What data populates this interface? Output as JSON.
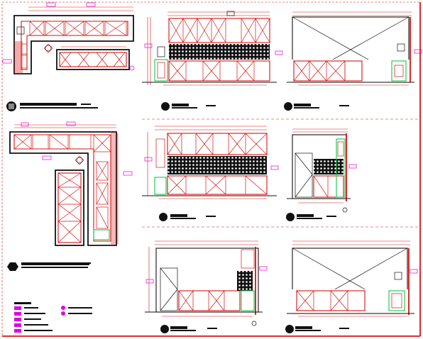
{
  "sheet": {
    "colors": {
      "cabinet_line": "#d81313",
      "outline": "#111111",
      "floor_line": "#13c64a",
      "annotation_tag": "#e100e1",
      "background": "#ffffff"
    }
  },
  "plans": [
    {
      "id": "plan-upper",
      "view": "plan"
    },
    {
      "id": "plan-lower",
      "view": "plan"
    }
  ],
  "elevations": [
    {
      "id": "elev-1",
      "view": "elevation",
      "features": [
        "upper-cabinets",
        "backsplash",
        "base-cabinets",
        "tall-unit"
      ]
    },
    {
      "id": "elev-2",
      "view": "elevation",
      "features": [
        "open-wall",
        "base-cabinets",
        "tall-unit"
      ]
    },
    {
      "id": "elev-3",
      "view": "elevation",
      "features": [
        "upper-cabinets",
        "backsplash",
        "base-cabinets"
      ]
    },
    {
      "id": "elev-4",
      "view": "elevation",
      "features": [
        "door",
        "backsplash",
        "tall-unit"
      ]
    },
    {
      "id": "elev-5",
      "view": "elevation",
      "features": [
        "door",
        "base-cabinets",
        "tall-unit"
      ]
    },
    {
      "id": "elev-6",
      "view": "elevation",
      "features": [
        "open-wall",
        "base-cabinets",
        "tall-unit"
      ]
    }
  ],
  "legend": {
    "rows": 5
  }
}
